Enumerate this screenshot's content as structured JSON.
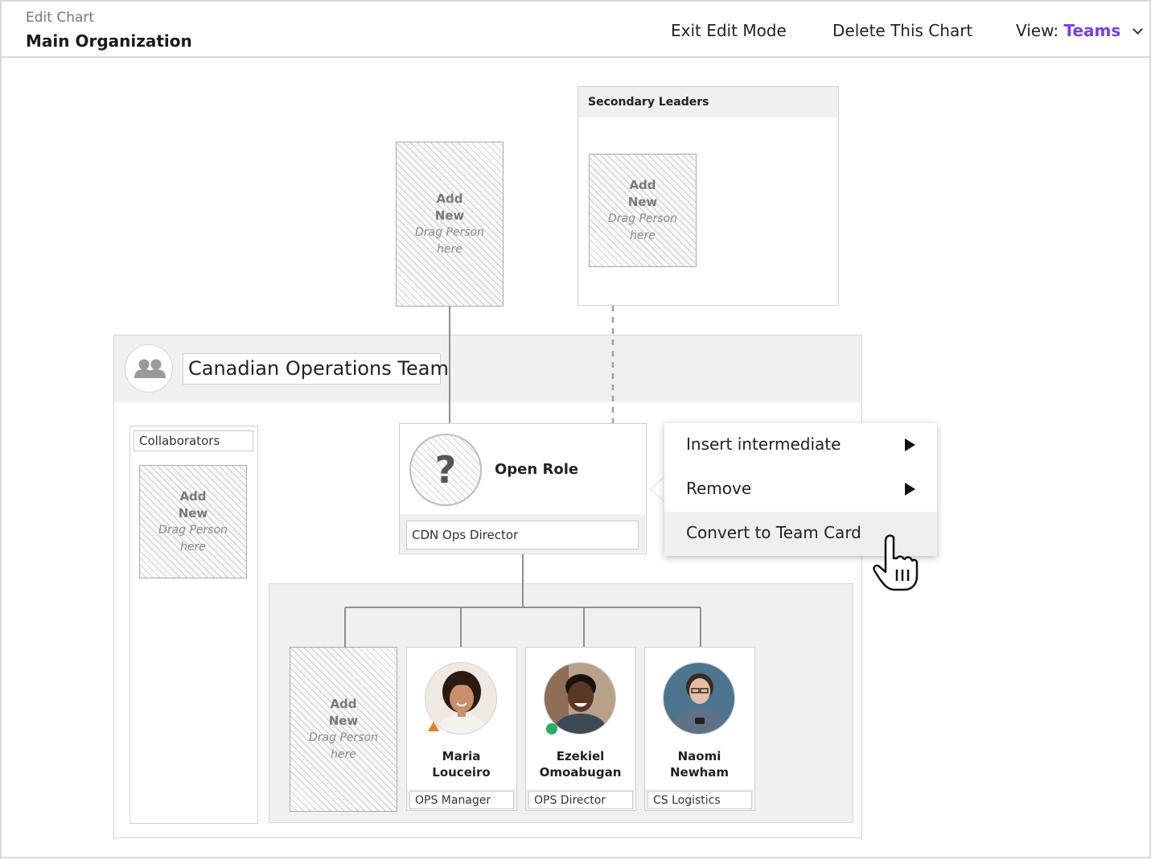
{
  "header": {
    "subtitle": "Edit Chart",
    "title": "Main Organization",
    "exit_label": "Exit Edit Mode",
    "delete_label": "Delete This Chart",
    "view_prefix": "View:",
    "view_value": "Teams"
  },
  "placeholder": {
    "add_label": "Add New",
    "drag_hint": "Drag Person here"
  },
  "secondary_leaders": {
    "title": "Secondary Leaders"
  },
  "team": {
    "name": "Canadian Operations Team",
    "collaborators_label": "Collaborators"
  },
  "open_role": {
    "symbol": "?",
    "name": "Open Role",
    "title": "CDN Ops Director"
  },
  "people": [
    {
      "first": "Maria",
      "last": "Louceiro",
      "role": "OPS Manager",
      "status": "warning",
      "status_color": "#e67e22"
    },
    {
      "first": "Ezekiel",
      "last": "Omoabugan",
      "role": "OPS Director",
      "status": "online",
      "status_color": "#27ae60"
    },
    {
      "first": "Naomi",
      "last": "Newham",
      "role": "CS Logistics",
      "status": "none"
    }
  ],
  "menu": {
    "items": [
      {
        "label": "Insert intermediate",
        "has_submenu": true
      },
      {
        "label": "Remove",
        "has_submenu": true
      },
      {
        "label": "Convert to Team Card",
        "has_submenu": false,
        "highlighted": true
      }
    ]
  },
  "colors": {
    "accent": "#7c3aed",
    "panel": "#f0f0f0",
    "border": "#cfcfcf"
  },
  "icons": {
    "team": "team-people-icon",
    "cursor": "hand-pointer-icon"
  }
}
